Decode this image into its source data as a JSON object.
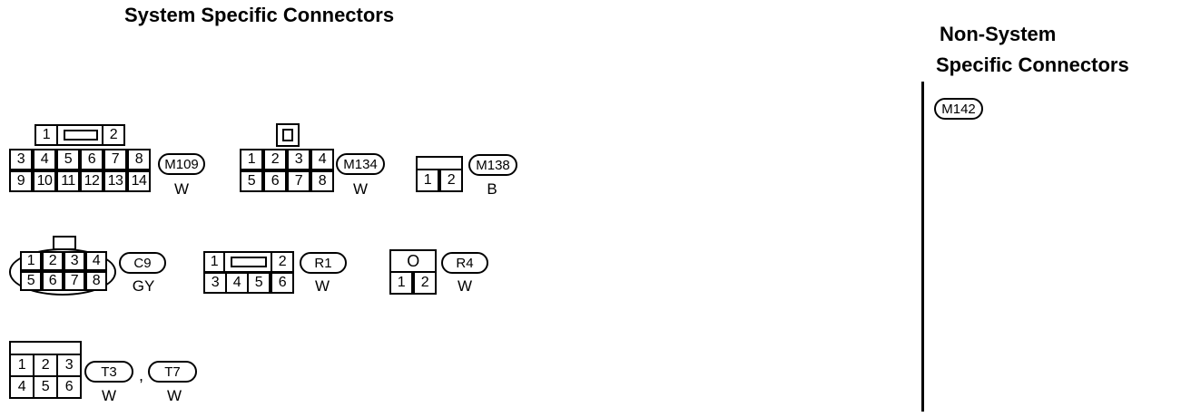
{
  "headings": {
    "system_specific": "System Specific Connectors",
    "non_system_line1": "Non-System",
    "non_system_line2": "Specific Connectors"
  },
  "connectors": {
    "m109": {
      "id": "M109",
      "color": "W",
      "top_row": [
        "1",
        "2"
      ],
      "mid_row": [
        "3",
        "4",
        "5",
        "6",
        "7",
        "8"
      ],
      "bottom_row": [
        "9",
        "10",
        "11",
        "12",
        "13",
        "14"
      ]
    },
    "m134": {
      "id": "M134",
      "color": "W",
      "top_row": [
        "1",
        "2",
        "3",
        "4"
      ],
      "bottom_row": [
        "5",
        "6",
        "7",
        "8"
      ]
    },
    "m138": {
      "id": "M138",
      "color": "B",
      "pins": [
        "1",
        "2"
      ]
    },
    "c9": {
      "id": "C9",
      "color": "GY",
      "top_row": [
        "1",
        "2",
        "3",
        "4"
      ],
      "bottom_row": [
        "5",
        "6",
        "7",
        "8"
      ]
    },
    "r1": {
      "id": "R1",
      "color": "W",
      "top_row": [
        "1",
        "2"
      ],
      "bottom_row": [
        "3",
        "4",
        "5",
        "6"
      ]
    },
    "r4": {
      "id": "R4",
      "color": "W",
      "top_symbol": "O",
      "pins": [
        "1",
        "2"
      ]
    },
    "t3t7": {
      "id_a": "T3",
      "id_b": "T7",
      "color_a": "W",
      "color_b": "W",
      "separator": ",",
      "top_row": [
        "1",
        "2",
        "3"
      ],
      "bottom_row": [
        "4",
        "5",
        "6"
      ]
    },
    "m142": {
      "id": "M142"
    }
  }
}
